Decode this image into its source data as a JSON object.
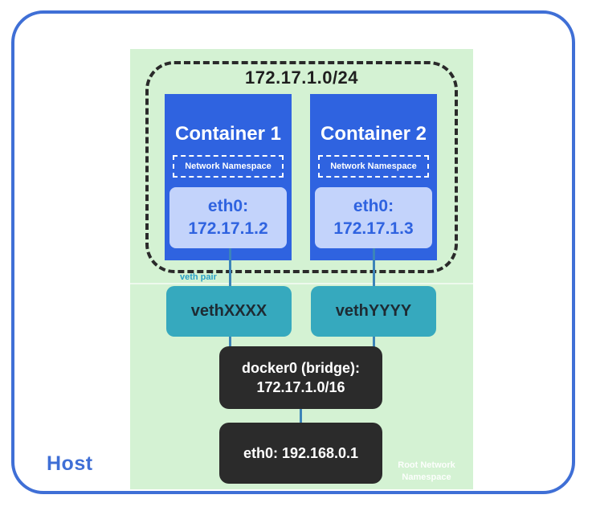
{
  "host": {
    "label": "Host"
  },
  "root_namespace": {
    "label": "Root Network\nNamespace"
  },
  "subnet": {
    "label": "172.17.1.0/24"
  },
  "containers": [
    {
      "title": "Container 1",
      "namespace_label": "Network Namespace",
      "eth_name": "eth0:",
      "eth_ip": "172.17.1.2"
    },
    {
      "title": "Container 2",
      "namespace_label": "Network Namespace",
      "eth_name": "eth0:",
      "eth_ip": "172.17.1.3"
    }
  ],
  "veth_pair_label": "veth pair",
  "veths": [
    {
      "label": "vethXXXX"
    },
    {
      "label": "vethYYYY"
    }
  ],
  "bridge": {
    "line1": "docker0 (bridge):",
    "line2": "172.17.1.0/16"
  },
  "host_eth": {
    "label": "eth0: 192.168.0.1"
  },
  "colors": {
    "frame": "#3f6fd6",
    "namespace_bg": "#d4f2d3",
    "container": "#2f63e0",
    "eth_box": "#c3d3fb",
    "veth": "#36a9be",
    "bridge": "#2b2b2b",
    "link": "#3c84b8"
  }
}
